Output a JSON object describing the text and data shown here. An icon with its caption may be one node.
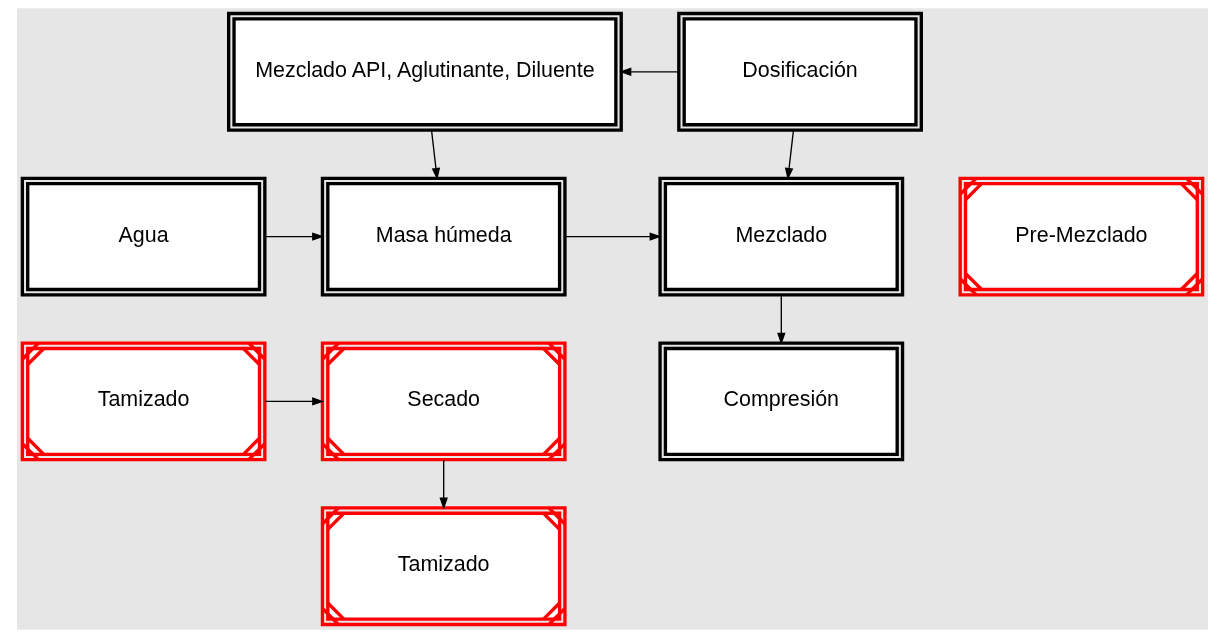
{
  "diagram": {
    "nodes": [
      {
        "text": [
          "Mezclado API, Aglutinante, Diluente"
        ]
      },
      {
        "text": [
          "Dosificación"
        ]
      },
      {
        "text": [
          "Agua"
        ]
      },
      {
        "text": [
          "Masa húmeda"
        ]
      },
      {
        "text": [
          "Mezclado"
        ]
      },
      {
        "text": [
          "Pre-Mezclado"
        ]
      },
      {
        "text": [
          "Tamizado"
        ]
      },
      {
        "text": [
          "Secado"
        ]
      },
      {
        "text": [
          "Compresión"
        ]
      },
      {
        "text": [
          "Tamizado"
        ]
      }
    ],
    "edges": [
      {
        "from": 1,
        "to": 0,
        "arrow": "to"
      },
      {
        "from": 0,
        "to": 3,
        "arrow": "to"
      },
      {
        "from": 1,
        "to": 4,
        "arrow": "to"
      },
      {
        "from": 2,
        "to": 3,
        "arrow": "to"
      },
      {
        "from": 3,
        "to": 4,
        "arrow": "to"
      },
      {
        "from": 4,
        "to": 8,
        "arrow": "to"
      },
      {
        "from": 6,
        "to": 7,
        "arrow": "to"
      },
      {
        "from": 7,
        "to": 9,
        "arrow": "to"
      }
    ]
  }
}
